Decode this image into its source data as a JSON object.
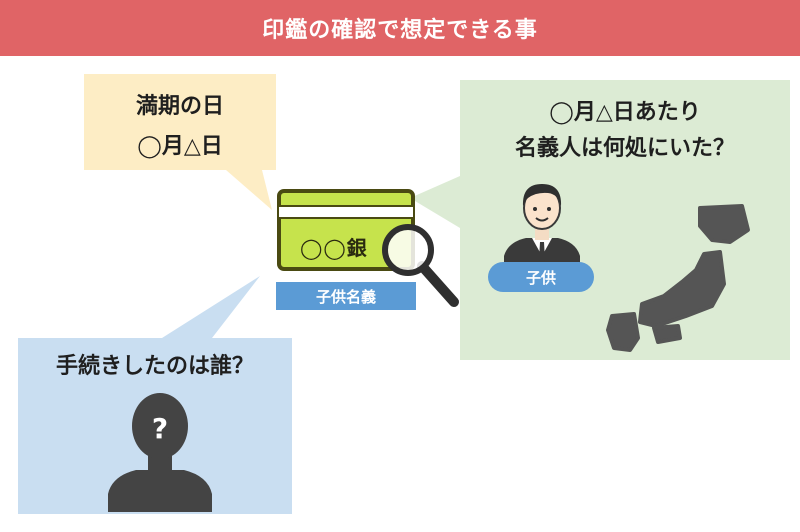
{
  "header": {
    "title": "印鑑の確認で想定できる事"
  },
  "maturity_bubble": {
    "line1": "満期の日",
    "line2": "◯月△日"
  },
  "location_bubble": {
    "line1": "◯月△日あたり",
    "line2": "名義人は何処にいた？"
  },
  "person_label": "子供",
  "passbook": {
    "bank_text": "◯◯銀",
    "label": "子供名義"
  },
  "procedure_bubble": {
    "text": "手続きしたのは誰？",
    "unknown_mark": "?"
  },
  "colors": {
    "header": "#e06466",
    "yellow_bubble": "#fdedc5",
    "green_bubble": "#dcebd4",
    "blue_bubble": "#c9def1",
    "person_badge": "#5b9bd5",
    "passbook_green": "#c6e34c",
    "map_gray": "#555555"
  }
}
